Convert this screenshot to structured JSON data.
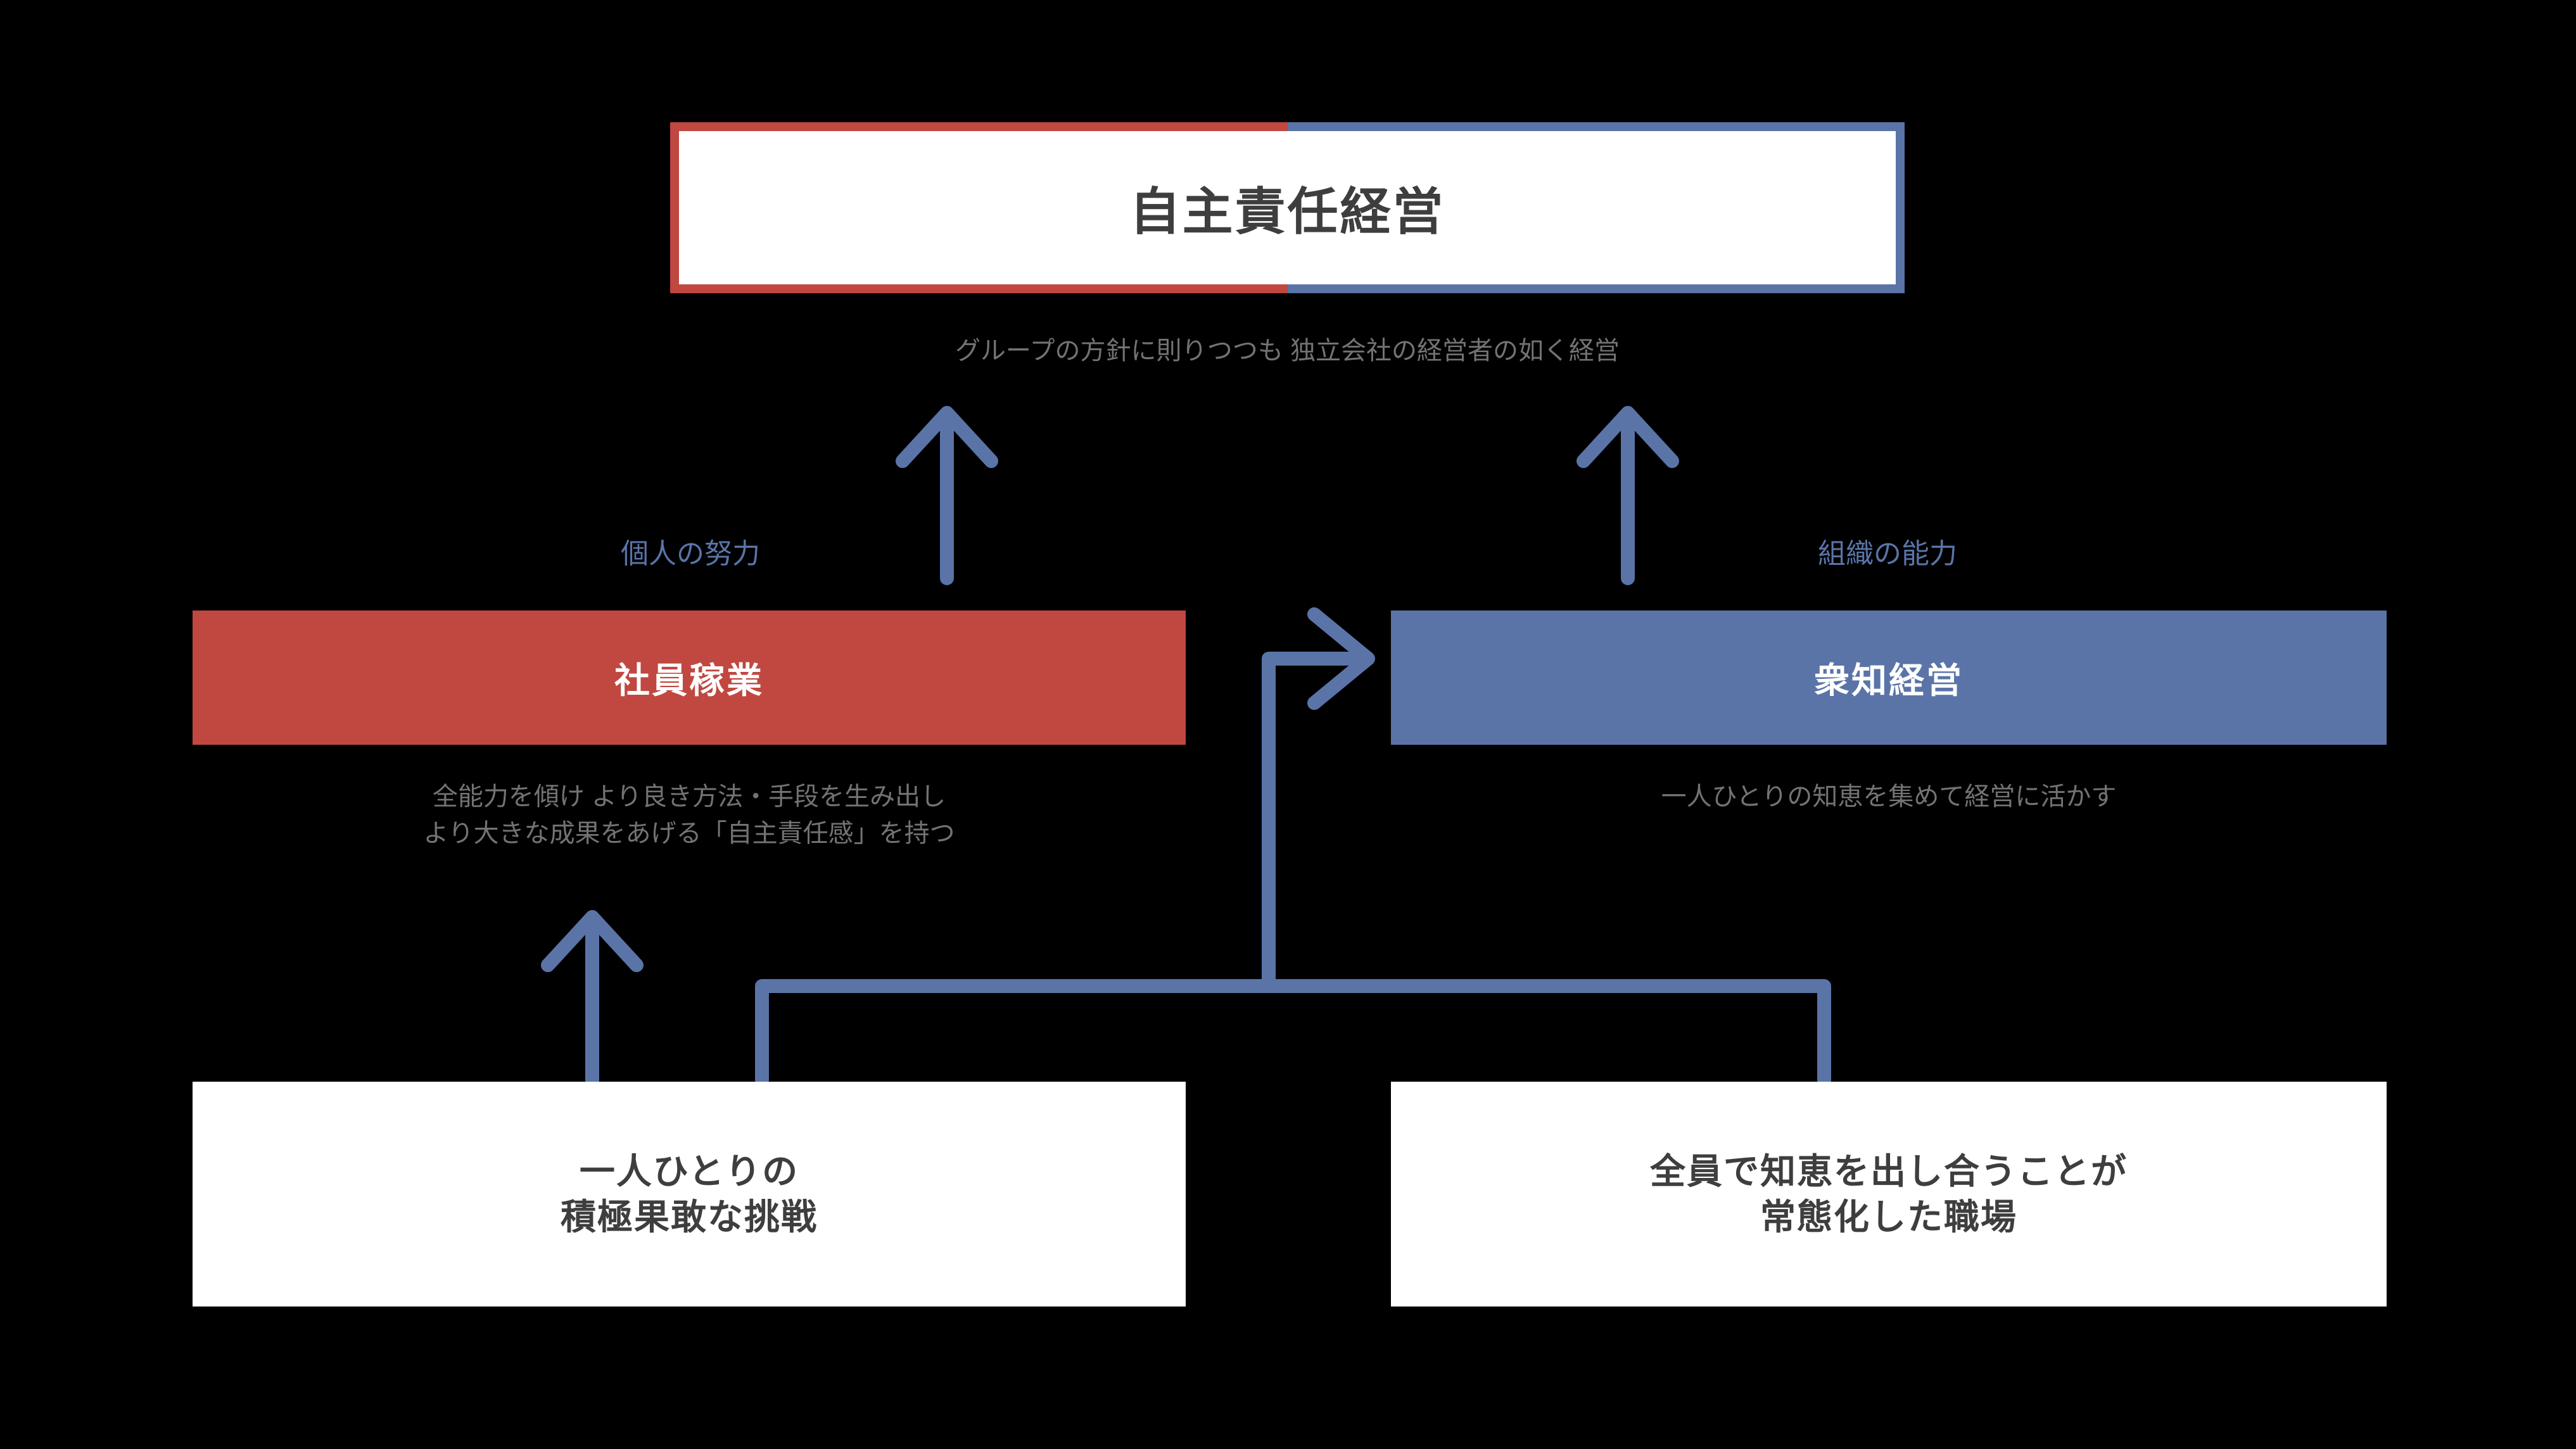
{
  "diagram": {
    "title_box": {
      "label": "自主責任経営",
      "caption": "グループの方針に則りつつも 独立会社の経営者の如く経営",
      "border_left_color": "#c04840",
      "border_right_color": "#5a74a8",
      "fill_color": "#ffffff",
      "text_color": "#3e3e3e"
    },
    "left_pillar": {
      "label": "社員稼業",
      "fill_color": "#c04840",
      "text_color": "#ffffff",
      "caption_line1": "全能力を傾け より良き方法・手段を生み出し",
      "caption_line2": "より大きな成果をあげる「自主責任感」を持つ",
      "connector_label": "個人の努力"
    },
    "right_pillar": {
      "label": "衆知経営",
      "fill_color": "#5a74a8",
      "text_color": "#ffffff",
      "caption_line1": "一人ひとりの知恵を集めて経営に活かす",
      "connector_label": "組織の能力"
    },
    "foundation_left": {
      "line1": "一人ひとりの",
      "line2": "積極果敢な挑戦",
      "fill_color": "#ffffff",
      "text_color": "#3e3e3e"
    },
    "foundation_right": {
      "line1": "全員で知恵を出し合うことが",
      "line2": "常態化した職場",
      "fill_color": "#ffffff",
      "text_color": "#3e3e3e"
    },
    "connectors": {
      "stroke_color": "#5a74a8",
      "arrow_up_left_name": "arrow-up-left",
      "arrow_up_right_name": "arrow-up-right",
      "arrow_up_foundation_name": "arrow-up-foundation-left",
      "elbow_bus_name": "elbow-bus-to-right-pillar"
    },
    "background_color": "#000000"
  }
}
